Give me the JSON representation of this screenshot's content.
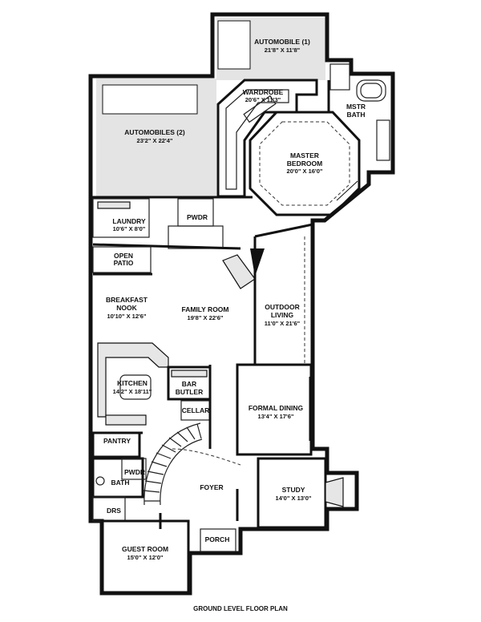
{
  "caption": "GROUND LEVEL FLOOR PLAN",
  "rooms": {
    "automobile1": {
      "name": "AUTOMOBILE (1)",
      "dim": "21'8\" X 11'8\""
    },
    "automobiles2": {
      "name": "AUTOMOBILES (2)",
      "dim": "23'2\" X 22'4\""
    },
    "wardrobe": {
      "name": "WARDROBE",
      "dim": "20'6\" X 11'3\""
    },
    "mstr_bath": {
      "name1": "MSTR",
      "name2": "BATH"
    },
    "master_bedroom": {
      "name1": "MASTER",
      "name2": "BEDROOM",
      "dim": "20'0\" X 16'0\""
    },
    "laundry": {
      "name": "LAUNDRY",
      "dim": "10'6\" X 8'0\""
    },
    "pwdr_upper": {
      "name": "PWDR"
    },
    "open_patio": {
      "name1": "OPEN",
      "name2": "PATIO"
    },
    "breakfast_nook": {
      "name1": "BREAKFAST",
      "name2": "NOOK",
      "dim": "10'10\" X 12'6\""
    },
    "family_room": {
      "name": "FAMILY ROOM",
      "dim": "19'8\" X 22'6\""
    },
    "outdoor_living": {
      "name1": "OUTDOOR",
      "name2": "LIVING",
      "dim": "11'0\" X 21'6\""
    },
    "kitchen": {
      "name": "KITCHEN",
      "dim": "14'2\" X 18'11\""
    },
    "bar": {
      "name1": "BAR",
      "name2": "BUTLER"
    },
    "cellar": {
      "name": "CELLAR"
    },
    "formal_dining": {
      "name": "FORMAL DINING",
      "dim": "13'4\" X 17'6\""
    },
    "pantry": {
      "name": "PANTRY"
    },
    "pwdr_lower": {
      "name": "PWDR"
    },
    "bath": {
      "name": "BATH"
    },
    "drs": {
      "name": "DRS"
    },
    "foyer": {
      "name": "FOYER"
    },
    "study": {
      "name": "STUDY",
      "dim": "14'0\" X 13'0\""
    },
    "porch": {
      "name": "PORCH"
    },
    "guest_room": {
      "name": "GUEST ROOM",
      "dim": "15'0\" X 12'0\""
    }
  }
}
